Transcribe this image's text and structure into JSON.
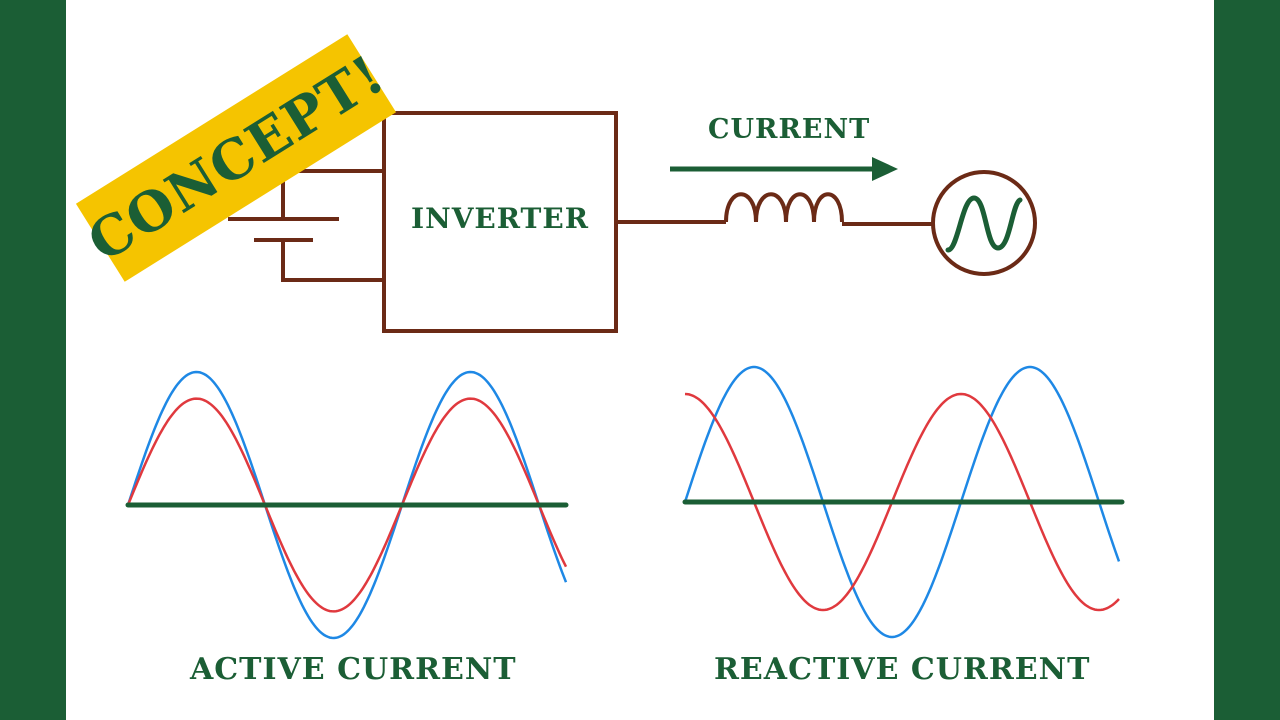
{
  "badge": {
    "text": "CONCEPT!"
  },
  "circuit": {
    "inverter_label": "INVERTER",
    "current_label": "CURRENT"
  },
  "captions": {
    "active": "ACTIVE CURRENT",
    "reactive": "REACTIVE CURRENT"
  },
  "colors": {
    "wire": "#6b2a16",
    "accent_green": "#1b5e35",
    "badge_yellow": "#f5c400",
    "voltage_blue": "#1e88e5",
    "current_red": "#e0393e"
  },
  "waveforms": {
    "active": {
      "current_phase_shift_deg": 0,
      "current_amplitude_ratio": 0.8
    },
    "reactive": {
      "current_phase_shift_deg": 90,
      "current_amplitude_ratio": 0.8
    }
  }
}
